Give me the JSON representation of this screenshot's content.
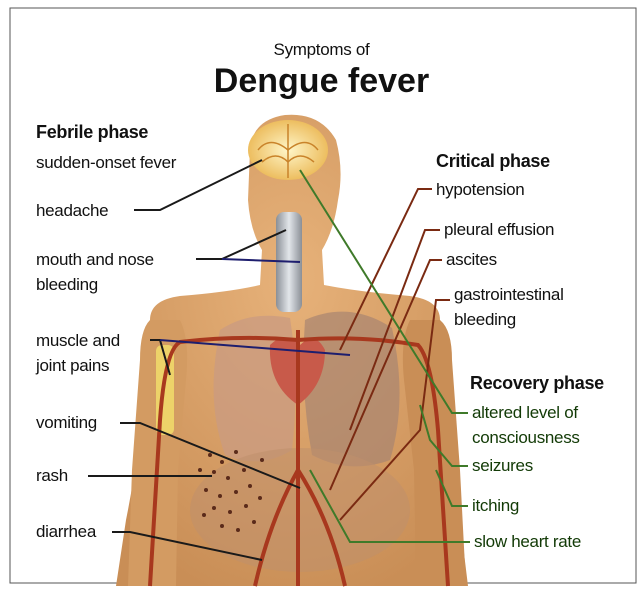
{
  "header": {
    "subtitle": "Symptoms of",
    "title": "Dengue fever"
  },
  "febrile_phase": {
    "heading": "Febrile phase",
    "symptoms": [
      "sudden-onset fever",
      "headache",
      "mouth and nose",
      "bleeding",
      "muscle and",
      "joint pains",
      "vomiting",
      "rash",
      "diarrhea"
    ]
  },
  "critical_phase": {
    "heading": "Critical phase",
    "symptoms": [
      "hypotension",
      "pleural effusion",
      "ascites",
      "gastrointestinal",
      "bleeding"
    ]
  },
  "recovery_phase": {
    "heading": "Recovery phase",
    "symptoms": [
      "altered level of",
      "consciousness",
      "seizures",
      "itching",
      "slow heart rate"
    ]
  },
  "colors": {
    "skin": "#d9a26a",
    "skin_shadow": "#b9814f",
    "vessels": "#a8381e",
    "critical_lines": "#7a2a12",
    "recovery_lines": "#3f7a2a",
    "febrile_lines": "#1e1e6e",
    "brain": "#f3d27a"
  }
}
